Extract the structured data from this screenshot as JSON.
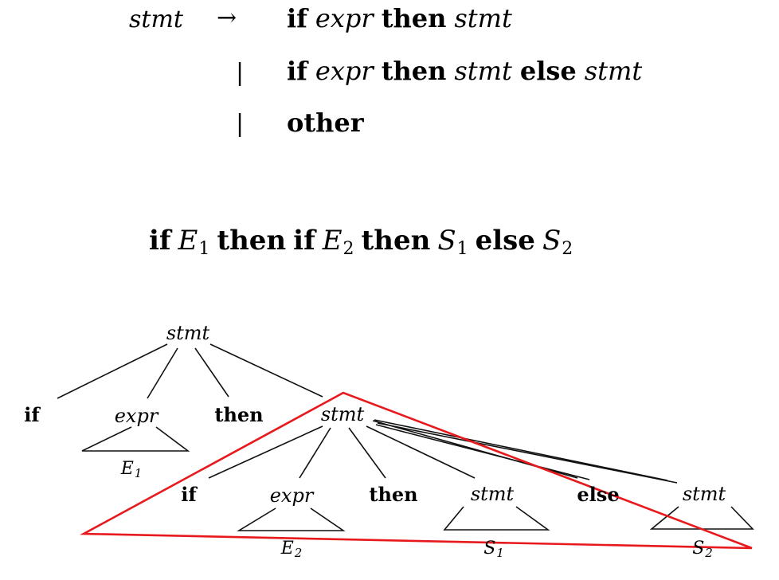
{
  "grammar": {
    "lhs": "stmt",
    "arrow": "→",
    "alt_separator": "|",
    "productions": [
      [
        {
          "text": "if",
          "style": "bold"
        },
        {
          "text": "expr",
          "style": "italic"
        },
        {
          "text": "then",
          "style": "bold"
        },
        {
          "text": "stmt",
          "style": "italic"
        }
      ],
      [
        {
          "text": "if",
          "style": "bold"
        },
        {
          "text": "expr",
          "style": "italic"
        },
        {
          "text": "then",
          "style": "bold"
        },
        {
          "text": "stmt",
          "style": "italic"
        },
        {
          "text": "else",
          "style": "bold"
        },
        {
          "text": "stmt",
          "style": "italic"
        }
      ],
      [
        {
          "text": "other",
          "style": "bold"
        }
      ]
    ]
  },
  "sentence": {
    "tokens": [
      {
        "text": "if",
        "style": "bold"
      },
      {
        "text": "E",
        "sub": "1",
        "style": "italic"
      },
      {
        "text": "then",
        "style": "bold"
      },
      {
        "text": "if",
        "style": "bold"
      },
      {
        "text": "E",
        "sub": "2",
        "style": "italic"
      },
      {
        "text": "then",
        "style": "bold"
      },
      {
        "text": "S",
        "sub": "1",
        "style": "italic"
      },
      {
        "text": "else",
        "style": "bold"
      },
      {
        "text": "S",
        "sub": "2",
        "style": "italic"
      }
    ]
  },
  "parse_tree": {
    "root": {
      "label": "stmt"
    },
    "outer_children": [
      {
        "label": "if"
      },
      {
        "label": "expr",
        "subtree": {
          "label": "E",
          "sub": "1"
        }
      },
      {
        "label": "then"
      },
      {
        "label": "stmt"
      }
    ],
    "inner_children": [
      {
        "label": "if"
      },
      {
        "label": "expr",
        "subtree": {
          "label": "E",
          "sub": "2"
        }
      },
      {
        "label": "then"
      },
      {
        "label": "stmt",
        "subtree": {
          "label": "S",
          "sub": "1"
        }
      },
      {
        "label": "else"
      },
      {
        "label": "stmt",
        "subtree": {
          "label": "S",
          "sub": "2"
        }
      }
    ]
  },
  "highlight": {
    "color": "#e8191c"
  }
}
